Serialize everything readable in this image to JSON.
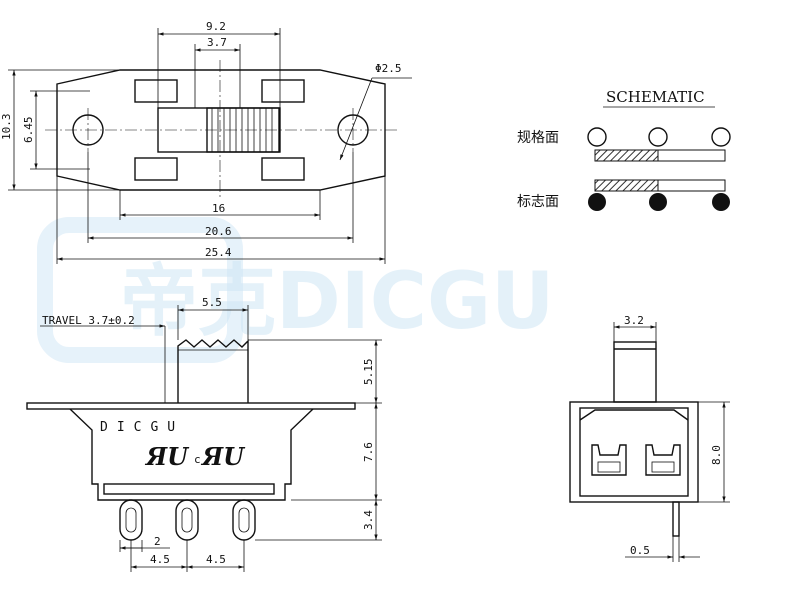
{
  "watermark": {
    "text": "帝克DICGU"
  },
  "top_view": {
    "dims": {
      "width_overall": "9.2",
      "width_knob": "3.7",
      "hole_dia": "Φ2.5",
      "height_overall": "10.3",
      "height_inner": "6.45",
      "len_16": "16",
      "len_20_6": "20.6",
      "len_25_4": "25.4"
    }
  },
  "schematic": {
    "title": "SCHEMATIC",
    "row1_label": "规格面",
    "row2_label": "标志面"
  },
  "side_view": {
    "travel_label": "TRAVEL 3.7±0.2",
    "brand": "DICGU",
    "cert_mark": "c",
    "dims": {
      "knob_width": "5.5",
      "knob_height": "5.15",
      "body_height": "7.6",
      "pin_height": "3.4",
      "pin_width": "2",
      "pitch_1": "4.5",
      "pitch_2": "4.5"
    }
  },
  "end_view": {
    "dims": {
      "knob_width": "3.2",
      "height": "8.0",
      "pin_thickness": "0.5"
    }
  }
}
